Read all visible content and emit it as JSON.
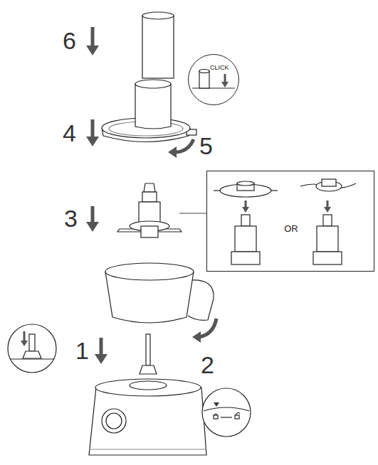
{
  "diagram": {
    "nodes": [
      {
        "text": [
          "CLICK"
        ]
      },
      {
        "text": [
          "OR"
        ]
      }
    ],
    "labels": [
      "6",
      "4",
      "5",
      "3",
      "1",
      "2"
    ]
  }
}
